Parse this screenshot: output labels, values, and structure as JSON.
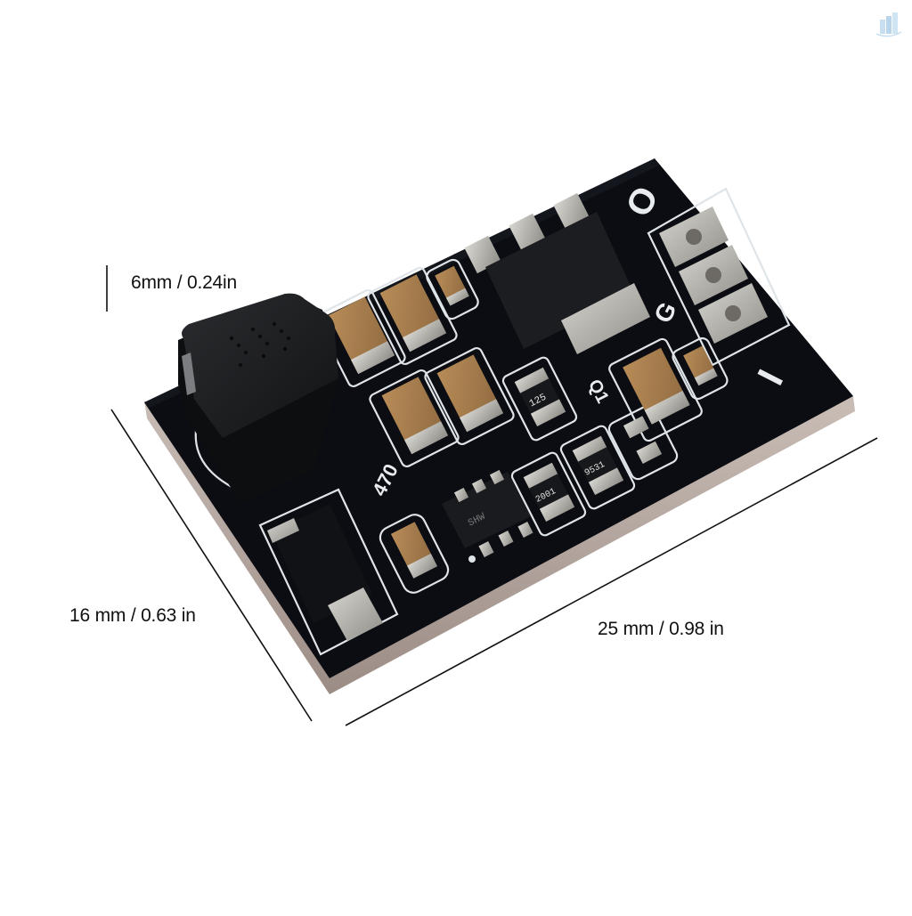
{
  "image": {
    "description": "Product photo of a small black DC-DC converter PCB module with dimension annotations",
    "background_color": "#ffffff"
  },
  "dimensions": {
    "height": {
      "label": "6mm / 0.24in",
      "mm": 6,
      "in": 0.24
    },
    "width": {
      "label": "16 mm / 0.63 in",
      "mm": 16,
      "in": 0.63
    },
    "length": {
      "label": "25 mm / 0.98 in",
      "mm": 25,
      "in": 0.98
    }
  },
  "board": {
    "color": "#0b0d12",
    "edge_color": "#b9a9a2",
    "silkscreen_color": "#e8ecef",
    "pin_labels": {
      "output": "O",
      "ground": "G",
      "input": "I"
    },
    "silkscreen_text": {
      "inductor_value": "470",
      "transistor_ref": "Q1"
    },
    "component_markings": {
      "resistor_1": "125",
      "resistor_2": "9531",
      "resistor_3": "2001",
      "ic": "SHW"
    }
  },
  "colors": {
    "capacitor": "#a37a4d",
    "pad": "#b5b3ad",
    "inductor": "#1b1c1e"
  },
  "watermark": {
    "icon": "building-logo-icon"
  }
}
